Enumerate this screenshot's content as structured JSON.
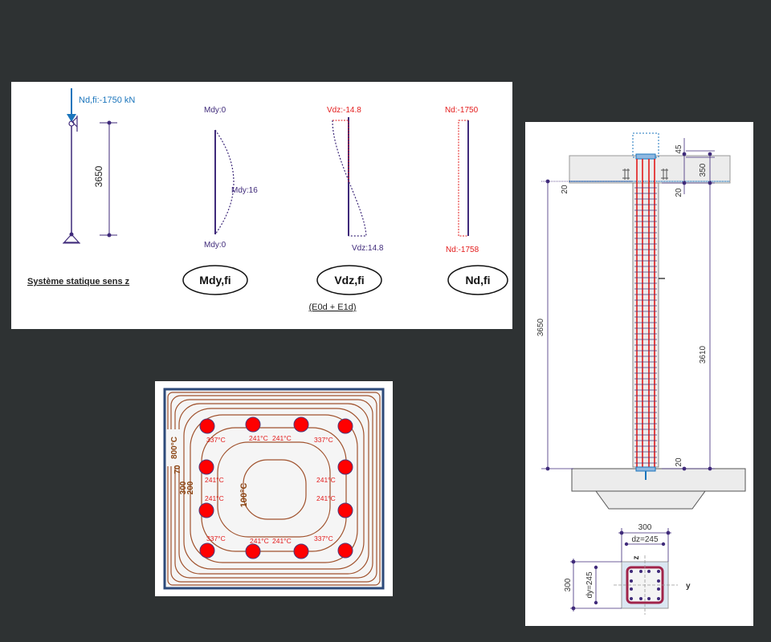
{
  "static_panel": {
    "load_label": "Nd,fi:-1750 kN",
    "length_label": "3650",
    "system_caption": "Système statique sens z",
    "mdy_top": "Mdy:0",
    "mdy_mid": "Mdy:16",
    "mdy_bottom": "Mdy:0",
    "mdy_badge": "Mdy,fi",
    "vdz_top": "Vdz:-14.8",
    "vdz_bottom": "Vdz:14.8",
    "vdz_badge": "Vdz,fi",
    "nd_top": "Nd:-1750",
    "nd_bottom": "Nd:-1758",
    "nd_badge": "Nd,fi",
    "combination": "(E0d + E1d)"
  },
  "thermal_panel": {
    "bar_temps": {
      "tl": "337°C",
      "tm1": "241°C",
      "tm2": "241°C",
      "tr": "337°C",
      "l1": "241°C",
      "l2": "241°C",
      "r1": "241°C",
      "r2": "241°C",
      "bl": "337°C",
      "bm1": "241°C",
      "bm2": "241°C",
      "br": "337°C"
    },
    "iso_800": "800°C",
    "iso_700": "70",
    "iso_300": "300",
    "iso_200": "200",
    "iso_100": "100°C"
  },
  "elevation_panel": {
    "dim_45": "45",
    "dim_350": "350",
    "dim_20_top_left": "20",
    "dim_20_top_right": "20",
    "dim_3650": "3650",
    "dim_3610": "3610",
    "dim_20_bottom": "20",
    "sec_width": "300",
    "sec_dz": "dz=245",
    "sec_height": "300",
    "sec_dy": "dy=245",
    "axis_z": "z",
    "axis_y": "y"
  },
  "colors": {
    "background": "#2e3233",
    "navy": "#3f2a7a",
    "red": "#e31b1b",
    "blue": "#1b75bc",
    "isotherm": "#a0522d",
    "frame_blue": "#2d4a7a"
  }
}
